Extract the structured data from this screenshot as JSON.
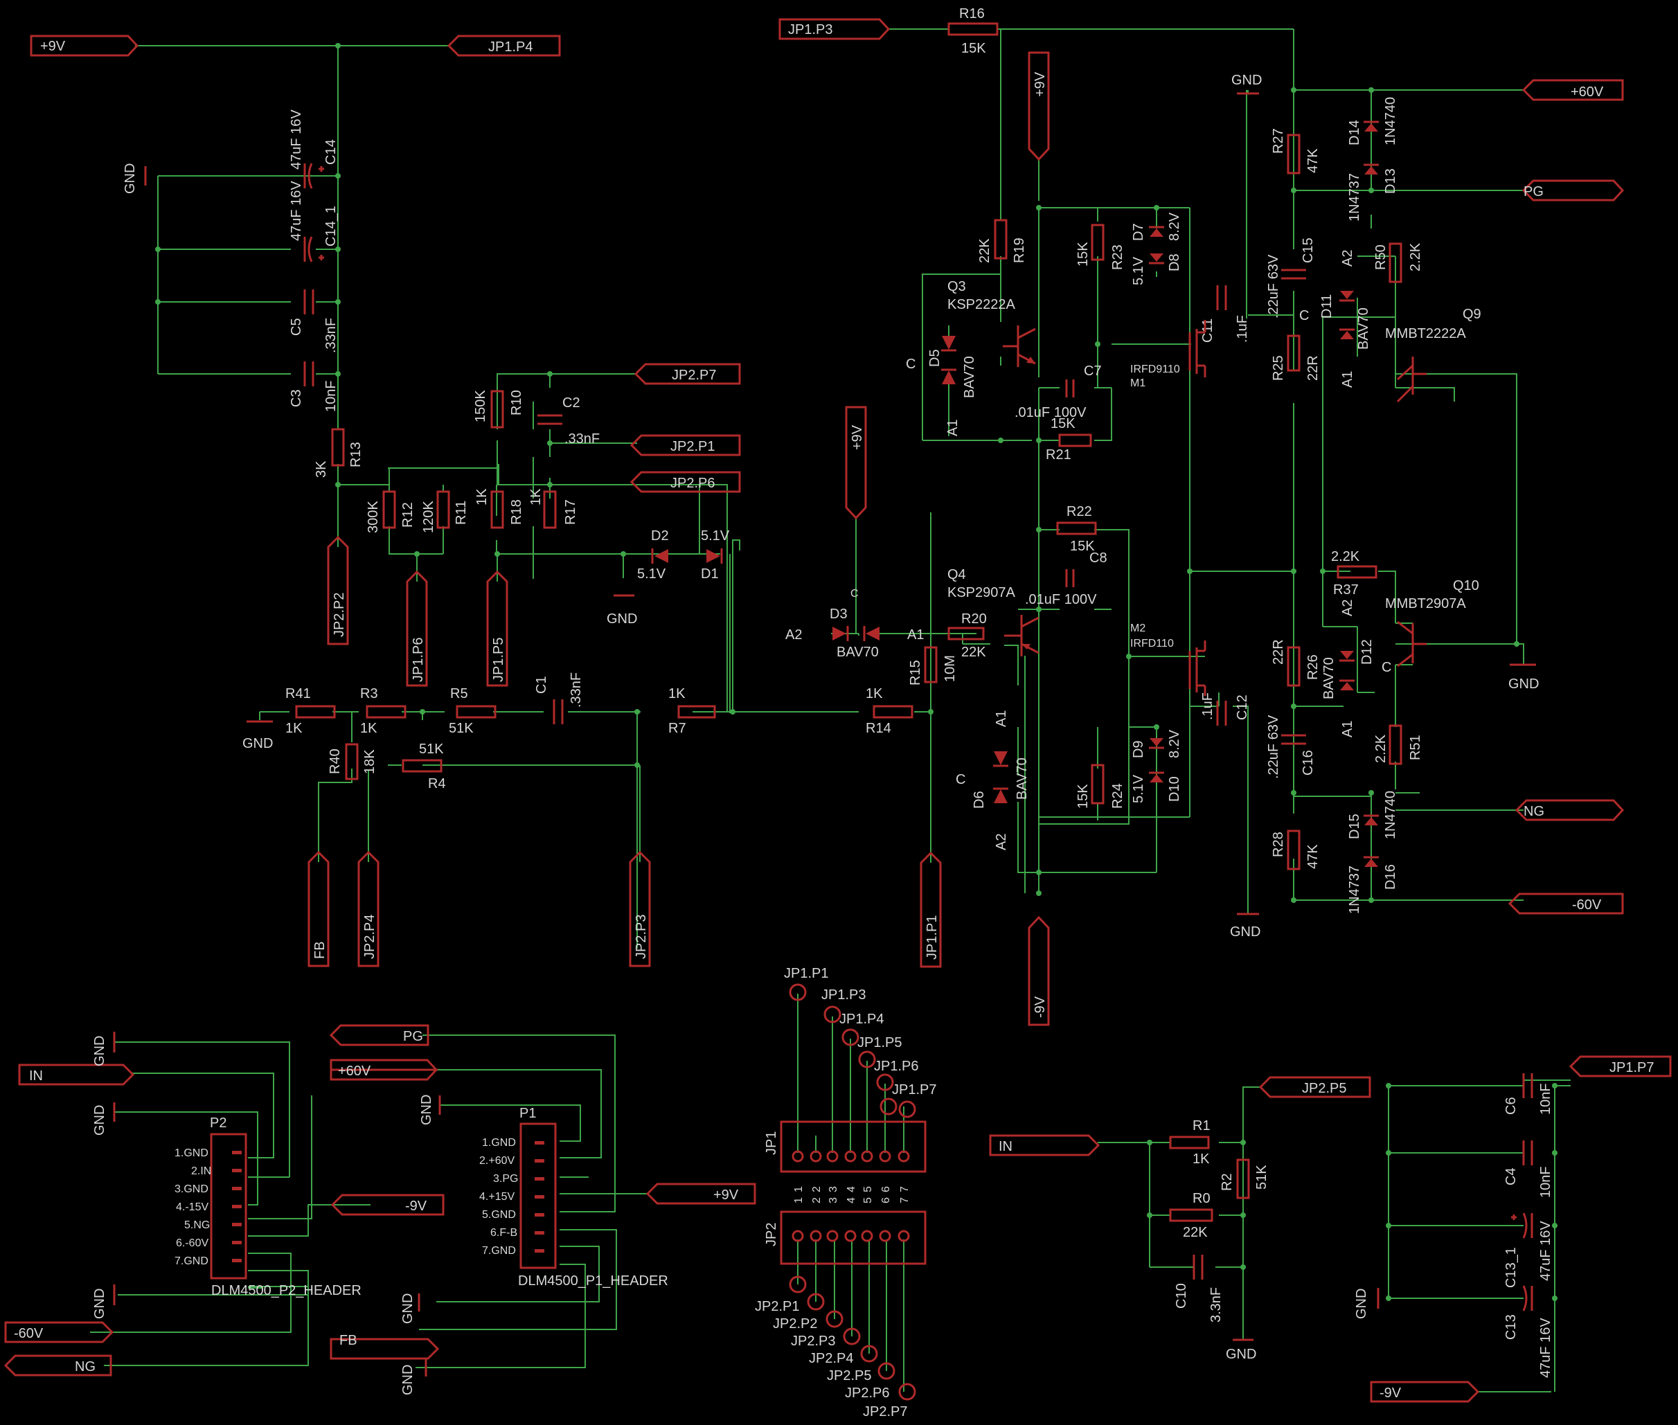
{
  "ports": {
    "p9v": "+9V",
    "jp1p4": "JP1.P4",
    "jp1p3": "JP1.P3",
    "p60v": "+60V",
    "pg": "PG",
    "ng": "NG",
    "m60v": "-60V",
    "jp2p7": "JP2.P7",
    "jp2p1": "JP2.P1",
    "jp2p6": "JP2.P6",
    "jp2p2": "JP2.P2",
    "jp1p6": "JP1.P6",
    "jp1p5": "JP1.P5",
    "fb": "FB",
    "jp2p4": "JP2.P4",
    "jp2p3": "JP2.P3",
    "jp1p1": "JP1.P1",
    "v9top": "+9V",
    "v9mid": "+9V",
    "m9v": "-9V",
    "hp2_gnd1": "GND",
    "hp2_in": "IN",
    "hp2_gnd2": "GND",
    "hp2_m9": "-9V",
    "hp2_gnd3": "GND",
    "hp2_m60": "-60V",
    "hp2_ng": "NG",
    "hp1_pg": "PG",
    "hp1_60": "+60V",
    "hp1_gnd1": "GND",
    "hp1_9v": "+9V",
    "hp1_gnd2": "GND",
    "hp1_fb": "FB",
    "hp1_gnd3": "GND",
    "br_in": "IN",
    "br_jp2p5": "JP2.P5",
    "br_jp1p7": "JP1.P7",
    "br_m9": "-9V"
  },
  "gnd": [
    "GND",
    "GND",
    "GND",
    "GND",
    "GND",
    "GND",
    "GND",
    "GND"
  ],
  "parts": {
    "r16": "R16",
    "r16v": "15K",
    "r19": "R19",
    "r19v": "22K",
    "r23": "R23",
    "r23v": "15K",
    "r21": "R21",
    "r21v": "15K",
    "r22": "R22",
    "r22v": "15K",
    "r24": "R24",
    "r24v": "15K",
    "r20": "R20",
    "r20v": "22K",
    "r15": "R15",
    "r15v": "10M",
    "r14": "R14",
    "r14v": "1K",
    "r7": "R7",
    "r7v": "1K",
    "r5": "R5",
    "r5v": "51K",
    "r3": "R3",
    "r3v": "1K",
    "r41": "R41",
    "r41v": "1K",
    "r40": "R40",
    "r40v": "18K",
    "r4": "R4",
    "r4v": "51K",
    "r13": "R13",
    "r13v": "3K",
    "r12": "R12",
    "r12v": "300K",
    "r11": "R11",
    "r11v": "120K",
    "r10": "R10",
    "r10v": "150K",
    "r18": "R18",
    "r18v": "1K",
    "r17": "R17",
    "r17v": "1K",
    "r27": "R27",
    "r27v": "47K",
    "r25": "R25",
    "r25v": "22R",
    "r26": "R26",
    "r26v": "22R",
    "r28": "R28",
    "r28v": "47K",
    "r50": "R50",
    "r50v": "2.2K",
    "r51": "R51",
    "r51v": "2.2K",
    "r37": "R37",
    "r37v": "2.2K",
    "r1": "R1",
    "r1v": "1K",
    "r2": "R2",
    "r2v": "51K",
    "r0": "R0",
    "r0v": "22K",
    "c14": "C14",
    "c14v": "47uF 16V",
    "c14_1": "C14_1",
    "c14_1v": "47uF 16V",
    "c5": "C5",
    "c5v": ".33nF",
    "c3": "C3",
    "c3v": "10nF",
    "c2": "C2",
    "c2v": ".33nF",
    "c1": "C1",
    "c1v": ".33nF",
    "c7": "C7",
    "c7v": ".01uF 100V",
    "c8": "C8",
    "c8v": ".01uF 100V",
    "c11": "C11",
    "c11v": ".1uF",
    "c12": "C12",
    "c12v": ".1uF",
    "c15": "C15",
    "c15v": ".22uF 63V",
    "c16": "C16",
    "c16v": ".22uF 63V",
    "c10": "C10",
    "c10v": "3.3nF",
    "c6": "C6",
    "c6v": "10nF",
    "c4": "C4",
    "c4v": "10nF",
    "c13_1": "C13_1",
    "c13_1v": "47uF 16V",
    "c13": "C13",
    "c13v": "47uF 16V",
    "q3": "Q3",
    "q3v": "KSP2222A",
    "q4": "Q4",
    "q4v": "KSP2907A",
    "q9": "Q9",
    "q9v": "MMBT2222A",
    "q10": "Q10",
    "q10v": "MMBT2907A",
    "m1": "M1",
    "m1v": "IRFD9110",
    "m2": "M2",
    "m2v": "IRFD110",
    "d1": "D1",
    "d1v": "5.1V",
    "d2": "D2",
    "d2v": "5.1V",
    "d3": "D3",
    "d3v": "BAV70",
    "d5": "D5",
    "d5v": "BAV70",
    "d6": "D6",
    "d6v": "BAV70",
    "d7": "D7",
    "d7v": "8.2V",
    "d8": "D8",
    "d8v": "5.1V",
    "d9": "D9",
    "d9v": "8.2V",
    "d10": "D10",
    "d10v": "5.1V",
    "d11": "D11",
    "d11v": "BAV70",
    "d12": "D12",
    "d12v": "BAV70",
    "d13": "D13",
    "d13v": "1N4737",
    "d14": "D14",
    "d14v": "1N4740",
    "d15": "D15",
    "d15v": "1N4740",
    "d16": "D16",
    "d16v": "1N4737",
    "pinA1": "A1",
    "pinA2": "A2",
    "pinC": "C"
  },
  "headers": {
    "p2": "P2",
    "p2name": "DLM4500_P2_HEADER",
    "p2pins": [
      "1.GND",
      "2.IN",
      "3.GND",
      "4.-15V",
      "5.NG",
      "6.-60V",
      "7.GND"
    ],
    "p1": "P1",
    "p1name": "DLM4500_P1_HEADER",
    "p1pins": [
      "1.GND",
      "2.+60V",
      "3.PG",
      "4.+15V",
      "5.GND",
      "6.F-B",
      "7.GND"
    ],
    "jp1": "JP1",
    "jp2": "JP2",
    "jp1pads": [
      "JP1.P1",
      "JP1.P3",
      "JP1.P4",
      "JP1.P5",
      "JP1.P6",
      "JP1.P7"
    ],
    "jp2pads": [
      "JP2.P1",
      "JP2.P2",
      "JP2.P3",
      "JP2.P4",
      "JP2.P5",
      "JP2.P6",
      "JP2.P7"
    ],
    "pinnums": [
      "1",
      "1",
      "2",
      "2",
      "3",
      "3",
      "4",
      "4",
      "5",
      "5",
      "6",
      "6",
      "7",
      "7"
    ]
  }
}
